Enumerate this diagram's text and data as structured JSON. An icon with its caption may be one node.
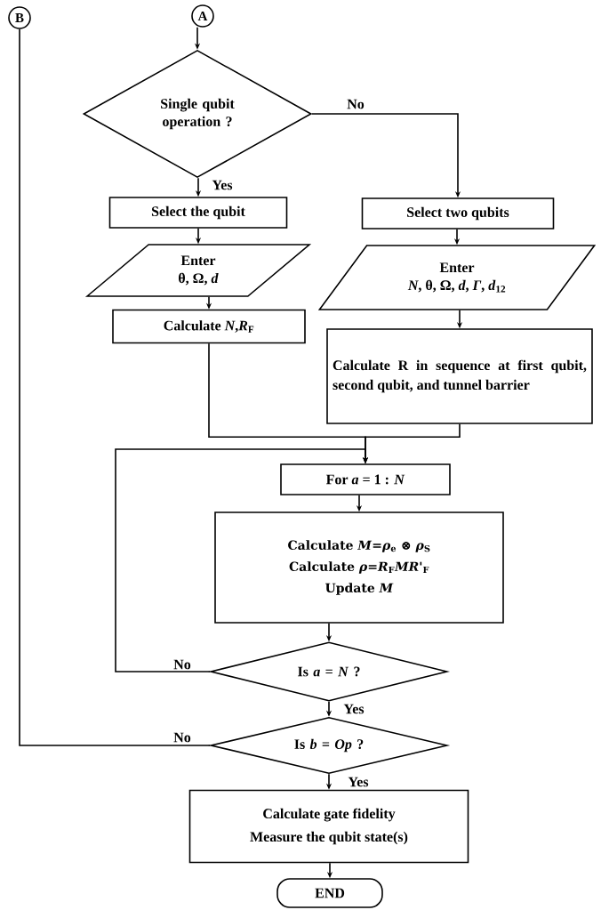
{
  "diagram": {
    "nodes": [
      {
        "text": [
          "B"
        ]
      },
      {
        "text": [
          "A"
        ]
      },
      {
        "text": [
          "Single qubit operation ?"
        ]
      },
      {
        "text": [
          "Select the qubit"
        ]
      },
      {
        "text": [
          "Enter",
          "θ, Ω, *d*"
        ]
      },
      {
        "text": [
          "Select two qubits"
        ]
      },
      {
        "text": [
          "Enter",
          "*N*, θ, Ω, *d*, *Γ*, *d*$_{12}$"
        ]
      },
      {
        "text": [
          "Calculate *N*,*R*$_{F}$"
        ]
      },
      {
        "text": [
          "Calculate R in sequence at first qubit, second qubit, and tunnel barrier"
        ]
      },
      {
        "text": [
          "For *a* = 1 : *N*"
        ]
      },
      {
        "text": [
          "Calculate *M*=*ρ*$_{e}$ ⊗ *ρ*$_{S}$",
          "Calculate *ρ*=*R*$_{F}$*MR'*$_{F}$",
          "Update *M*"
        ]
      },
      {
        "text": [
          "Is *a* = *N* ?"
        ]
      },
      {
        "text": [
          "Is *b* = *Op* ?"
        ]
      },
      {
        "text": [
          "Calculate gate fidelity",
          "Measure the qubit state(s)"
        ]
      },
      {
        "text": [
          "END"
        ]
      }
    ],
    "edges": [
      {
        "from": 1,
        "to": 2,
        "arrow": "to"
      },
      {
        "from": 2,
        "to": 3,
        "arrow": "to",
        "label": "Yes"
      },
      {
        "from": 2,
        "to": 5,
        "arrow": "to",
        "label": "No"
      },
      {
        "from": 3,
        "to": 4,
        "arrow": "to"
      },
      {
        "from": 5,
        "to": 6,
        "arrow": "to"
      },
      {
        "from": 4,
        "to": 7,
        "arrow": "to"
      },
      {
        "from": 6,
        "to": 8,
        "arrow": "to"
      },
      {
        "from": 7,
        "to": 9,
        "arrow": "to"
      },
      {
        "from": 8,
        "to": 9,
        "arrow": "to"
      },
      {
        "from": 9,
        "to": 10,
        "arrow": "to"
      },
      {
        "from": 10,
        "to": 11,
        "arrow": "to"
      },
      {
        "from": 11,
        "to": 9,
        "arrow": "to",
        "label": "No"
      },
      {
        "from": 11,
        "to": 12,
        "arrow": "to",
        "label": "Yes"
      },
      {
        "from": 12,
        "to": 0,
        "arrow": "none",
        "label": "No"
      },
      {
        "from": 12,
        "to": 13,
        "arrow": "to",
        "label": "Yes"
      },
      {
        "from": 13,
        "to": 14,
        "arrow": "to"
      }
    ]
  }
}
